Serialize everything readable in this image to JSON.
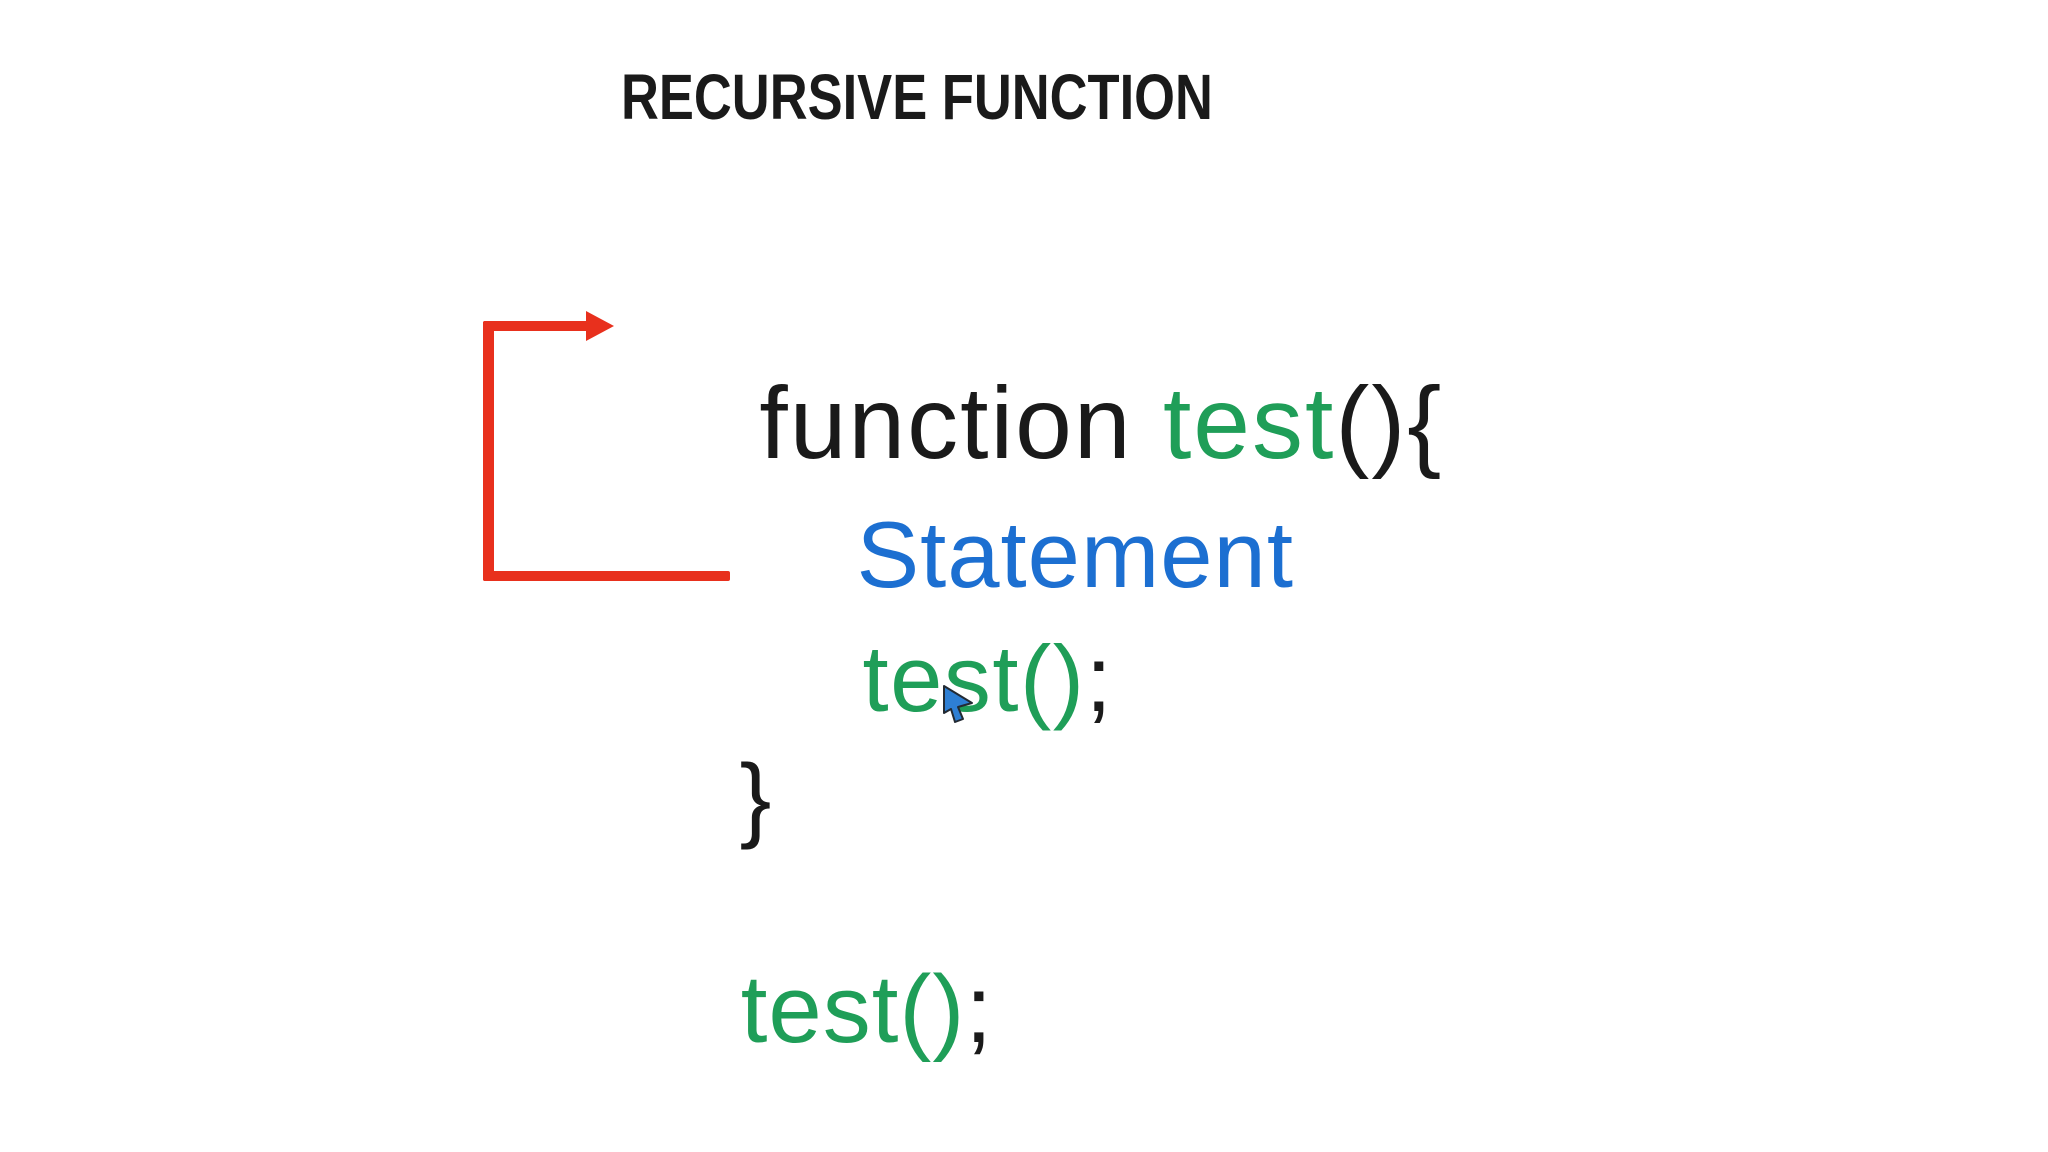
{
  "title": "RECURSIVE FUNCTION",
  "code_block": {
    "line1": {
      "keyword": "function ",
      "function_name": "test",
      "punctuation": "(){"
    },
    "line2": {
      "statement": "Statement"
    },
    "line3": {
      "recursive_call": "test()",
      "semicolon": ";"
    },
    "line4": {
      "closing_brace": "}"
    }
  },
  "invocation": {
    "call": "test()",
    "semicolon": ";"
  },
  "icons": {
    "arrow": "recursion-loop-arrow",
    "cursor": "mouse-pointer-icon"
  },
  "colors": {
    "ink": "#1a1a1a",
    "green": "#1f9e58",
    "blue": "#1c6fd1",
    "red": "#e8301d",
    "cursor-fill": "#2e7fd4",
    "cursor-stroke": "#232a33",
    "bg": "#ffffff"
  }
}
